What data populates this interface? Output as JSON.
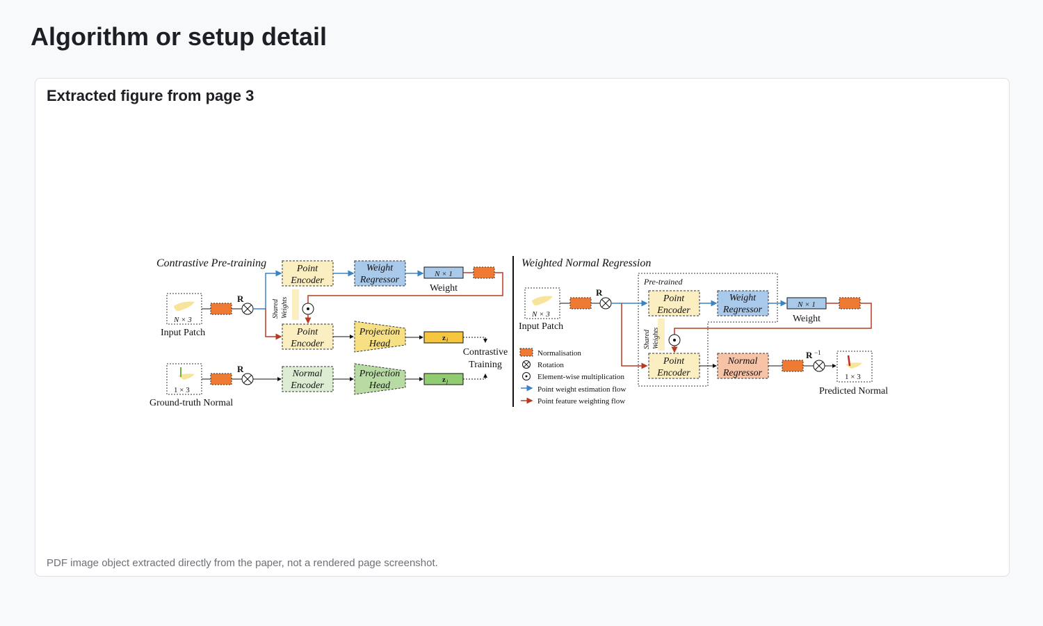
{
  "page": {
    "title": "Algorithm or setup detail"
  },
  "card": {
    "title": "Extracted figure from page 3",
    "caption": "PDF image object extracted directly from the paper, not a rendered page screenshot."
  },
  "figure": {
    "left": {
      "title": "Contrastive Pre-training",
      "input_dim": "N × 3",
      "input_label": "Input Patch",
      "gt_dim": "1 × 3",
      "gt_label": "Ground-truth Normal",
      "rotation_1": "R",
      "rotation_2": "R",
      "point_encoder_top": [
        "Point",
        "Encoder"
      ],
      "point_encoder_bottom": [
        "Point",
        "Encoder"
      ],
      "normal_encoder": [
        "Normal",
        "Encoder"
      ],
      "weight_regressor": [
        "Weight",
        "Regressor"
      ],
      "projection_head_1": [
        "Projection",
        "Head"
      ],
      "projection_head_2": [
        "Projection",
        "Head"
      ],
      "weight_dim": "N × 1",
      "weight_label": "Weight",
      "shared_weights": [
        "Shared",
        "Weights"
      ],
      "zi": "z",
      "zi_sub": "i",
      "zj": "z",
      "zj_sub": "j",
      "contrastive": [
        "Contrastive",
        "Training"
      ]
    },
    "right": {
      "title": "Weighted Normal Regression",
      "pretrained": "Pre-trained",
      "input_dim": "N × 3",
      "input_label": "Input Patch",
      "rotation": "R",
      "point_encoder_top": [
        "Point",
        "Encoder"
      ],
      "point_encoder_bottom": [
        "Point",
        "Encoder"
      ],
      "weight_regressor": [
        "Weight",
        "Regressor"
      ],
      "normal_regressor": [
        "Normal",
        "Regressor"
      ],
      "weight_dim": "N × 1",
      "weight_label": "Weight",
      "shared_weights": [
        "Shared",
        "Weights"
      ],
      "inverse_rotation": "R",
      "inverse_sup": "−1",
      "output_dim": "1 × 3",
      "output_label": "Predicted Normal"
    },
    "legend": [
      {
        "label": "Normalisation"
      },
      {
        "label": "Rotation"
      },
      {
        "label": "Element-wise multiplication"
      },
      {
        "label": "Point weight estimation flow"
      },
      {
        "label": "Point feature weighting flow"
      }
    ],
    "colors": {
      "orange": "#ee7a33",
      "yellow": "#fbeec0",
      "blue": "#a9c9ea",
      "blue_arrow": "#3a84c4",
      "red_arrow": "#b93a22",
      "proj_yellow": "#f7df84",
      "green": "#dcedd3",
      "proj_green": "#b7dba3",
      "zi_yellow": "#f6c63e",
      "zj_green": "#92cc72",
      "salmon": "#f6c3a6"
    }
  }
}
